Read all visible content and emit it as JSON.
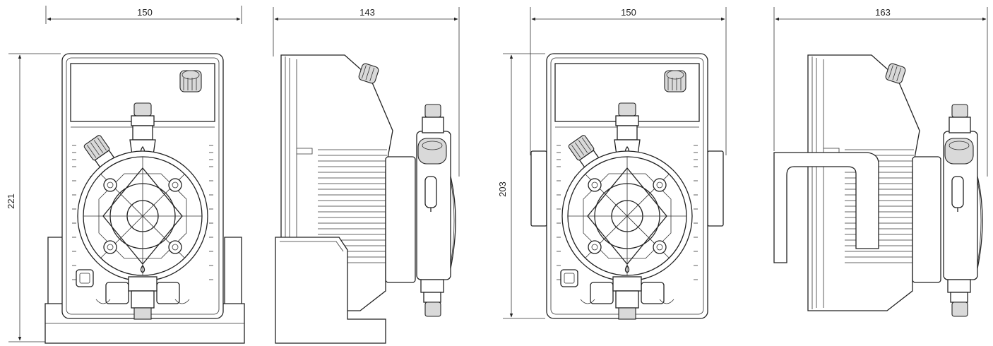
{
  "dimensions": {
    "view1_width": "150",
    "view1_height": "221",
    "view2_width": "143",
    "view3_width": "150",
    "view3_height": "203",
    "view4_width": "163"
  }
}
